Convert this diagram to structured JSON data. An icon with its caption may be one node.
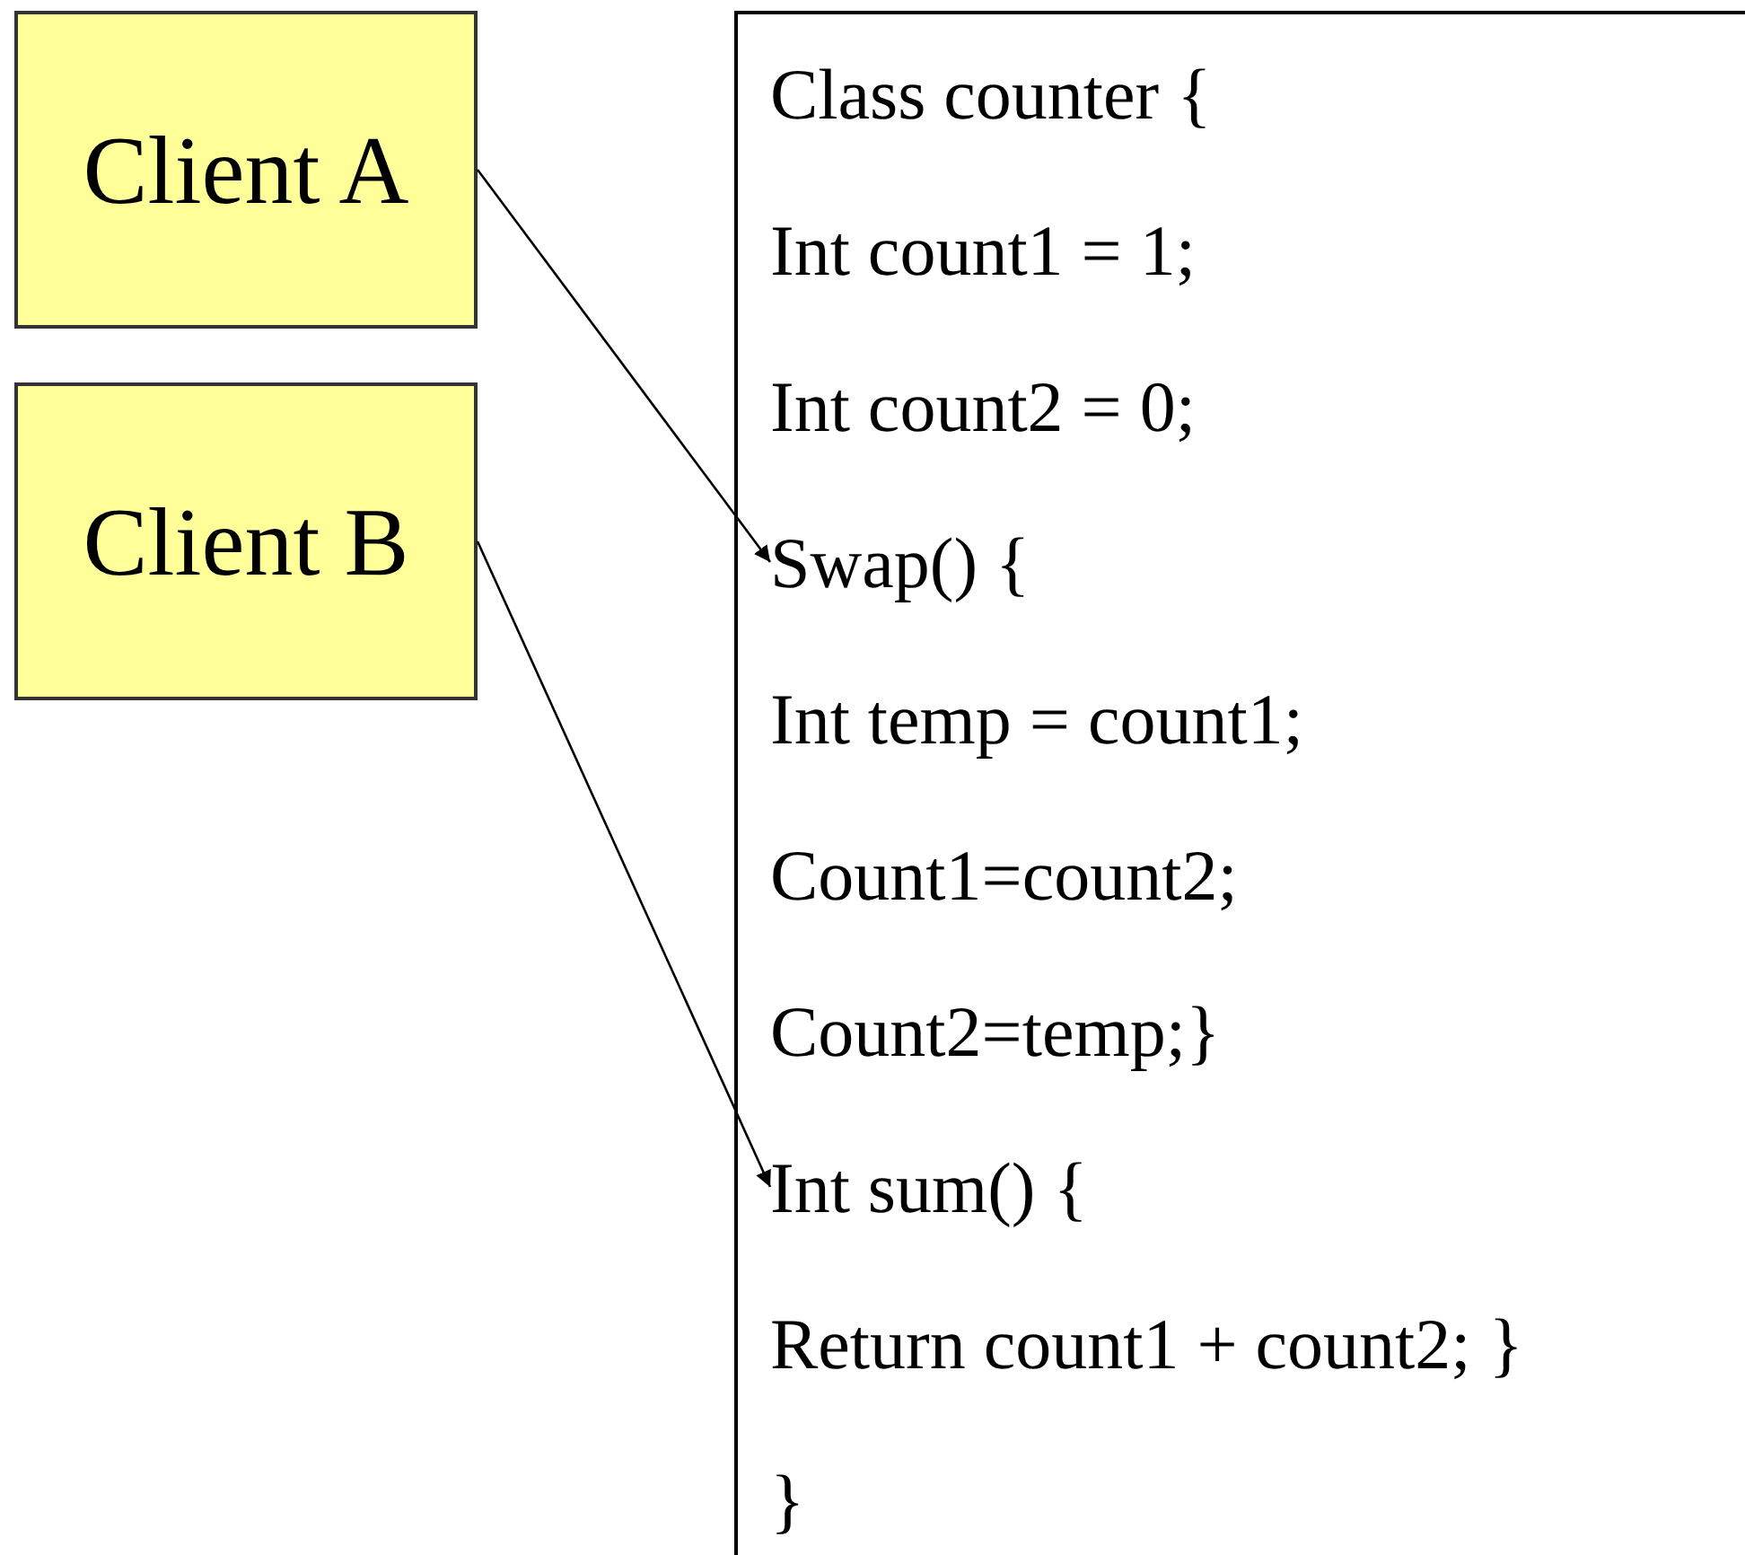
{
  "diagram": {
    "nodes": [
      {
        "text": [
          "Client A"
        ]
      },
      {
        "text": [
          "Client B"
        ]
      },
      {
        "text": [],
        "shape": "box"
      },
      {
        "text": [
          "Class counter {"
        ],
        "in": 2
      },
      {
        "text": [
          "Int count1 = 1;"
        ],
        "in": 2
      },
      {
        "text": [
          "Int count2 = 0;"
        ],
        "in": 2
      },
      {
        "text": [
          "Swap() {"
        ],
        "in": 2
      },
      {
        "text": [
          "Int temp = count1;"
        ],
        "in": 2
      },
      {
        "text": [
          "Count1=count2;"
        ],
        "in": 2
      },
      {
        "text": [
          "Count2=temp;}"
        ],
        "in": 2
      },
      {
        "text": [
          "Int sum() {"
        ],
        "in": 2
      },
      {
        "text": [
          "Return count1 + count2; }"
        ],
        "in": 2
      },
      {
        "text": [
          "}"
        ],
        "in": 2
      }
    ],
    "edges": [
      {
        "from": 0,
        "to": 6,
        "arrow": "to"
      },
      {
        "from": 1,
        "to": 10,
        "arrow": "to"
      }
    ]
  }
}
